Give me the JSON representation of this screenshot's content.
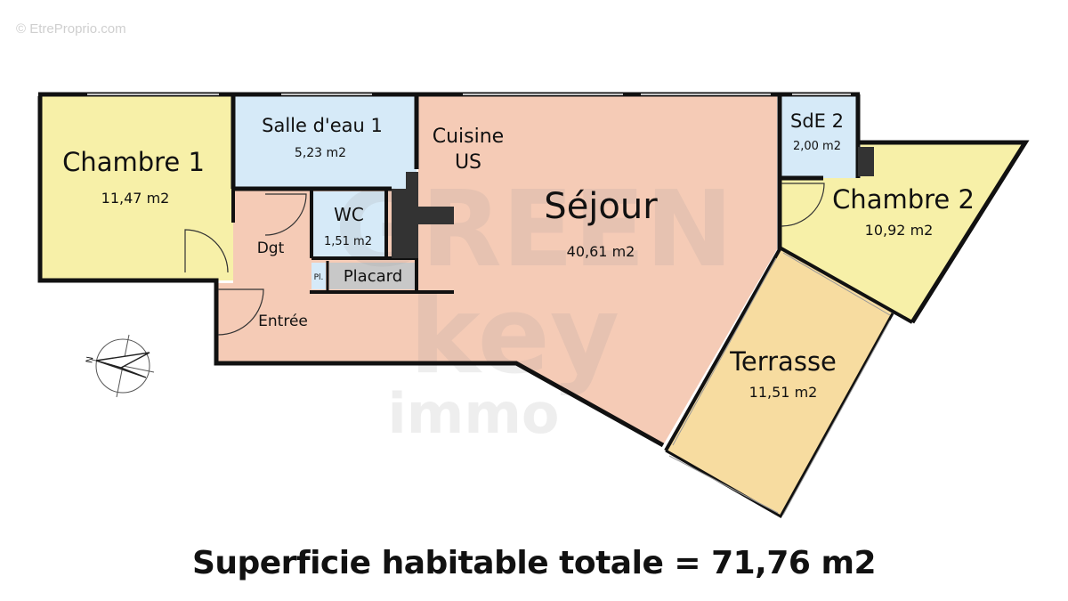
{
  "source_watermark": "© EtreProprio.com",
  "brand_watermark": {
    "line1": "GREEN",
    "line2": "key",
    "line3": "immo"
  },
  "rooms": {
    "chambre1": {
      "name": "Chambre 1",
      "area": "11,47 m2",
      "fill": "#f7f0a8"
    },
    "salle_eau1": {
      "name": "Salle d'eau 1",
      "area": "5,23 m2",
      "fill": "#d6eaf8"
    },
    "cuisine": {
      "name": "Cuisine",
      "name_line2": "US"
    },
    "sejour": {
      "name": "Séjour",
      "area": "40,61 m2",
      "fill": "#f5cbb6"
    },
    "sde2": {
      "name": "SdE 2",
      "area": "2,00 m2",
      "fill": "#d6eaf8"
    },
    "chambre2": {
      "name": "Chambre 2",
      "area": "10,92 m2",
      "fill": "#f7f0a8"
    },
    "wc": {
      "name": "WC",
      "area": "1,51 m2",
      "fill": "#d6eaf8"
    },
    "dgt": {
      "name": "Dgt"
    },
    "pl": {
      "name": "Pl."
    },
    "placard": {
      "name": "Placard",
      "fill": "#c8c8c8"
    },
    "entree": {
      "name": "Entrée"
    },
    "terrasse": {
      "name": "Terrasse",
      "area": "11,51 m2",
      "fill": "#f7dca0"
    }
  },
  "compass_label": "N",
  "total_area_label": "Superficie habitable totale = 71,76 m2"
}
